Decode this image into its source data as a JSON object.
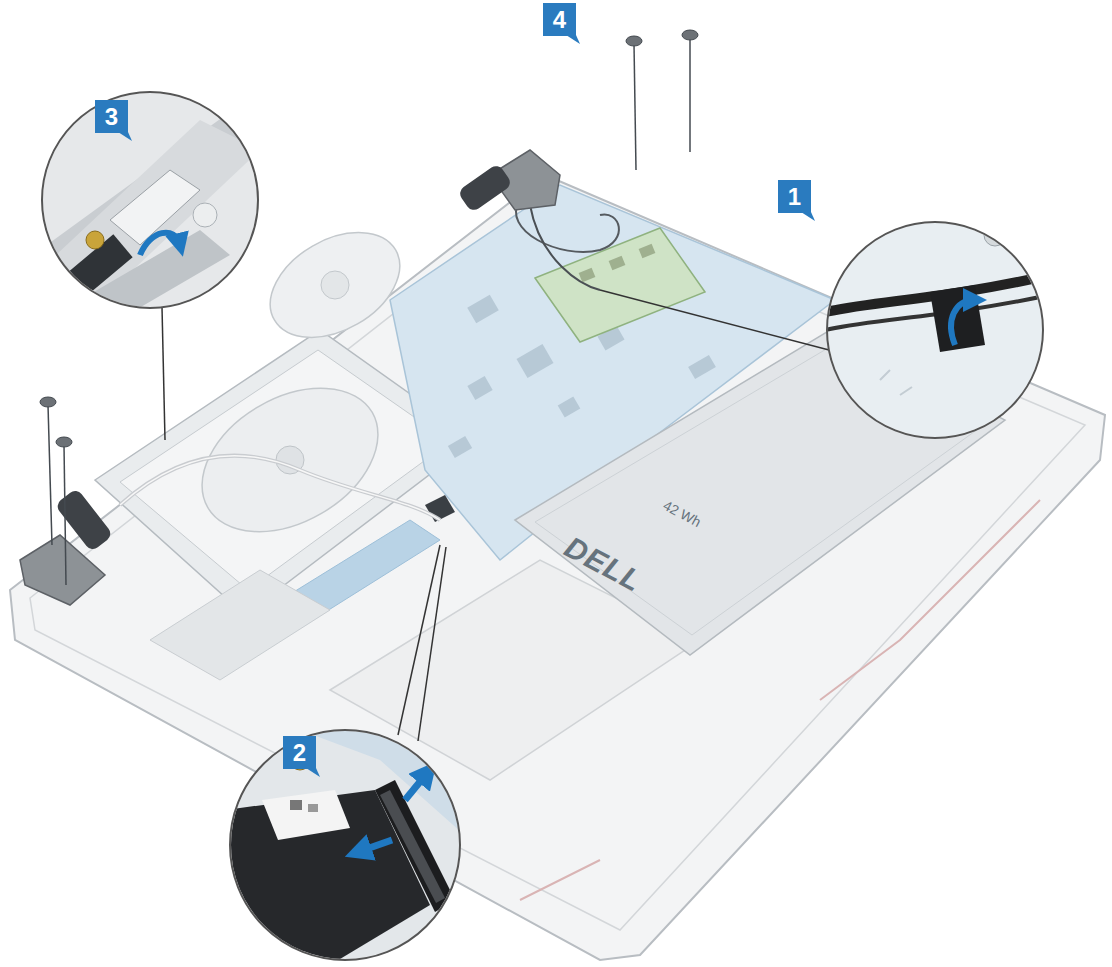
{
  "diagram": {
    "labels": [
      "4",
      "3",
      "1",
      "2",
      "DELL",
      "42 Wh"
    ]
  }
}
